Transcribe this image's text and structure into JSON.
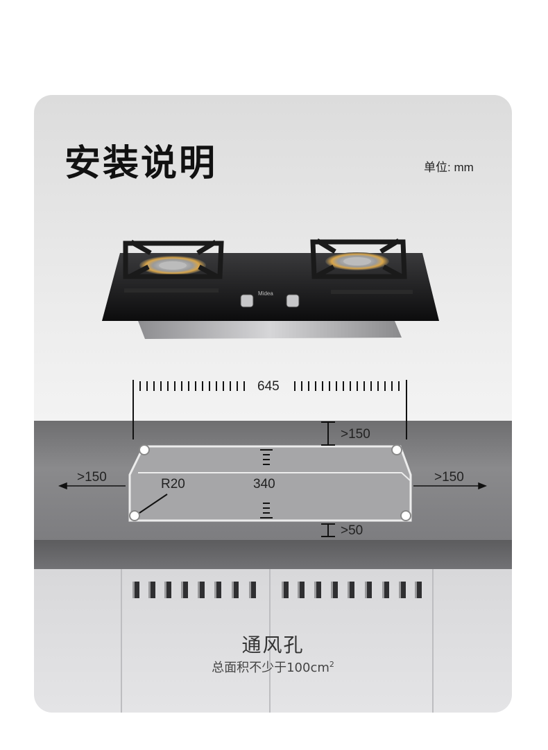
{
  "header": {
    "title": "安装说明",
    "unit_label": "单位:",
    "unit_value": "mm"
  },
  "cooktop": {
    "brand": "Midea"
  },
  "dimensions": {
    "width": "645",
    "depth": "340",
    "corner_radius": "R20",
    "clearance_back": ">150",
    "clearance_left": ">150",
    "clearance_right": ">150",
    "clearance_front": ">50"
  },
  "vent": {
    "title": "通风孔",
    "subtitle_text": "总面积不少于100cm",
    "subtitle_sup": "2"
  }
}
